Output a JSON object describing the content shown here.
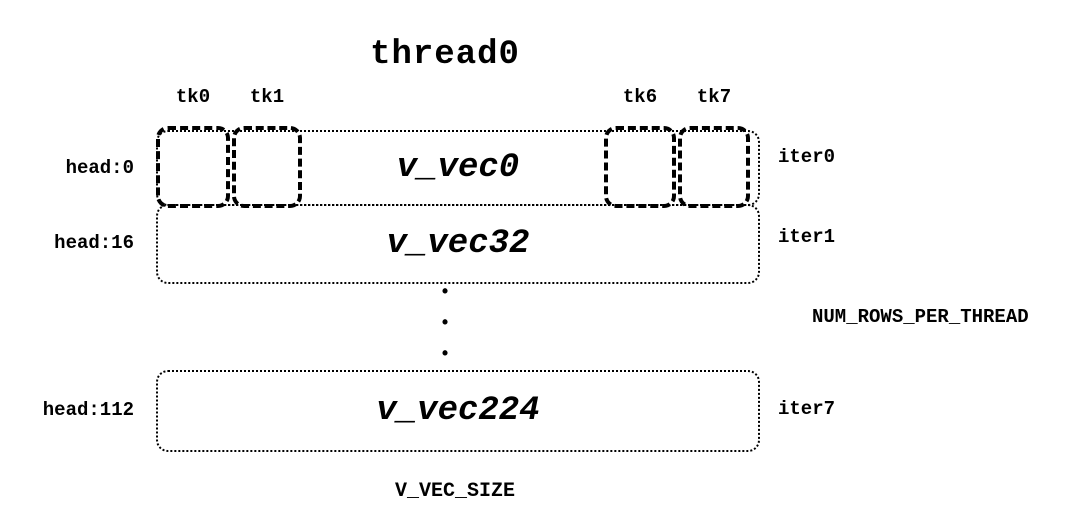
{
  "title": "thread0",
  "tick_labels": [
    "tk0",
    "tk1",
    "tk6",
    "tk7"
  ],
  "rows": [
    {
      "head": "head:0",
      "vec": "v_vec0",
      "iter": "iter0"
    },
    {
      "head": "head:16",
      "vec": "v_vec32",
      "iter": "iter1"
    },
    {
      "head": "head:112",
      "vec": "v_vec224",
      "iter": "iter7"
    }
  ],
  "ellipsis_dots": [
    "•",
    "•",
    "•"
  ],
  "right_label": "NUM_ROWS_PER_THREAD",
  "bottom_label": "V_VEC_SIZE",
  "colors": {
    "ink": "#000000",
    "background": "#ffffff"
  }
}
